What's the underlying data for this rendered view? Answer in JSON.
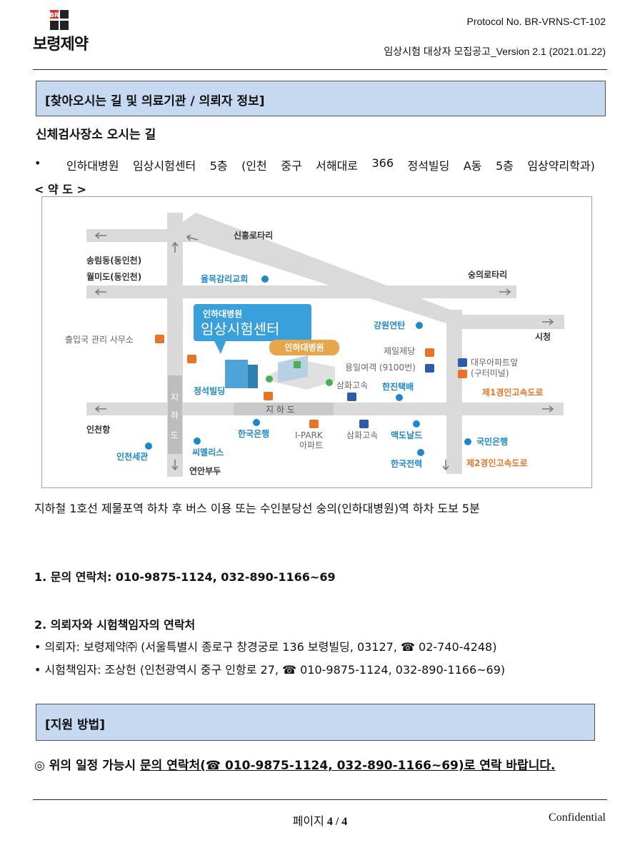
{
  "header": {
    "logo_mark": "BR",
    "company": "보령제약",
    "protocol": "Protocol No. BR-VRNS-CT-102",
    "version": "임상시험 대상자 모집공고_Version 2.1 (2021.01.22)"
  },
  "section1_title": "[찾아오시는 길 및 의료기관 / 의뢰자 정보]",
  "directions": {
    "heading": "신체검사장소 오시는 길",
    "bullet": "•",
    "address_words": [
      "인하대병원",
      "임상시험센터",
      "5층",
      "(인천",
      "중구",
      "서해대로",
      "366",
      "정석빌딩",
      "A동",
      "5층",
      "임상약리학과)"
    ],
    "map_title": "< 약 도 >",
    "subway": "지하철 1호선 제물포역 하차 후 버스 이용 또는 수인분당선 숭의(인하대병원)역 하차 도보 5분"
  },
  "map": {
    "labels": {
      "sinheung": "신흥로타리",
      "songrim": "송림동(동인천)",
      "wolmido": "월미도(동인천)",
      "yulmok": "율목감리교회",
      "sungui": "숭의로타리",
      "inha": "인하대병원",
      "center": "임상시험센터",
      "gangwon": "강원연탄",
      "immigration": "출입국 관리 사무소",
      "siheong": "시청",
      "hospital_tag": "인하대병원",
      "jeil": "제일제당",
      "yongil": "용일여객 (9100번)",
      "daewoo1": "대우아파트앞",
      "daewoo2": "(구터미널)",
      "jeongseok": "정석빌딩",
      "samhwa1": "삼화고속",
      "hanjin": "한진택배",
      "hwy1": "제1경인고속도로",
      "jihado_h": "지 하 도",
      "jihado_v1": "지",
      "jihado_v2": "하",
      "jihado_v3": "도",
      "incheonhang": "인천항",
      "bok": "한국은행",
      "ipark1": "I-PARK",
      "ipark2": "아파트",
      "samhwa2": "삼화고속",
      "mcd": "맥도날드",
      "kookmin": "국민은행",
      "customs": "인천세관",
      "cmelris": "씨멜리스",
      "yeonan": "연안부두",
      "kepco": "한국전력",
      "hwy2": "제2경인고속도로"
    },
    "colors": {
      "road": "#dadada",
      "blue": "#1e88c8",
      "orange": "#e8742a",
      "dark": "#333333"
    }
  },
  "contact1": "1. 문의 연락처: 010-9875-1124, 032-890-1166~69",
  "contact2": {
    "heading": "2. 의뢰자와 시험책임자의 연락처",
    "sponsor": "• 의뢰자: 보령제약㈜ (서울특별시 종로구 창경궁로 136 보령빌딩, 03127, ☎ 02-740-4248)",
    "investigator": "• 시험책임자: 조상헌 (인천광역시 중구 인항로 27, ☎ 010-9875-1124, 032-890-1166~69)"
  },
  "section2_title": "[지원 방법]",
  "notice": {
    "prefix": "◎ 위의 일정 가능시 ",
    "underlined": "문의 연락처(☎ 010-9875-1124, 032-890-1166~69)로 연락 바랍니다."
  },
  "footer": {
    "page_label": "페이지",
    "page_num": "4 / 4",
    "confidential": "Confidential"
  }
}
